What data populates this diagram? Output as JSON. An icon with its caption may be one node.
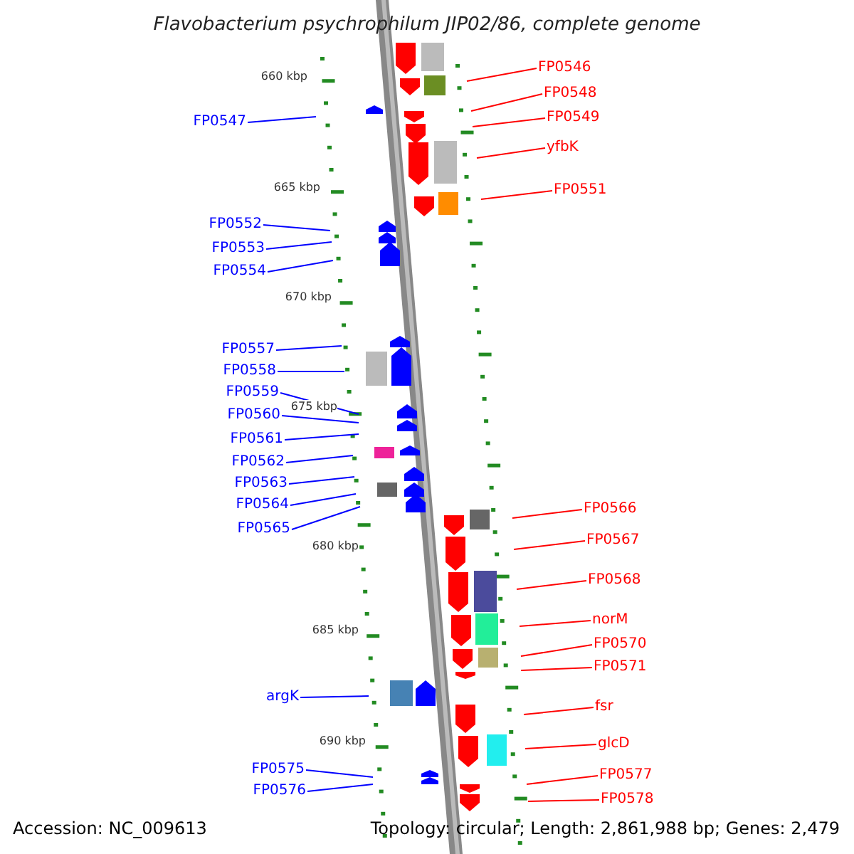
{
  "diagram": {
    "title": "Flavobacterium psychrophilum JIP02/86, complete genome",
    "nodes": [
      {
        "text": [
          "FP0546"
        ]
      },
      {
        "text": [
          "FP0548"
        ]
      },
      {
        "text": [
          "FP0549"
        ]
      },
      {
        "text": [
          "FP0547"
        ]
      },
      {
        "text": [
          "yfbK"
        ]
      },
      {
        "text": [
          "FP0551"
        ]
      },
      {
        "text": [
          "FP0552"
        ]
      },
      {
        "text": [
          "FP0553"
        ]
      },
      {
        "text": [
          "FP0554"
        ]
      },
      {
        "text": [
          "FP0557"
        ]
      },
      {
        "text": [
          "FP0558"
        ]
      },
      {
        "text": [
          "FP0559"
        ]
      },
      {
        "text": [
          "FP0560"
        ]
      },
      {
        "text": [
          "FP0561"
        ]
      },
      {
        "text": [
          "FP0562"
        ]
      },
      {
        "text": [
          "FP0563"
        ]
      },
      {
        "text": [
          "FP0564"
        ]
      },
      {
        "text": [
          "FP0566"
        ]
      },
      {
        "text": [
          "FP0565"
        ]
      },
      {
        "text": [
          "FP0567"
        ]
      },
      {
        "text": [
          "FP0568"
        ]
      },
      {
        "text": [
          "norM"
        ]
      },
      {
        "text": [
          "FP0570"
        ]
      },
      {
        "text": [
          "FP0571"
        ]
      },
      {
        "text": [
          "argK"
        ]
      },
      {
        "text": [
          "fsr"
        ]
      },
      {
        "text": [
          "glcD"
        ]
      },
      {
        "text": [
          "FP0575"
        ]
      },
      {
        "text": [
          "FP0577"
        ]
      },
      {
        "text": [
          "FP0576"
        ]
      },
      {
        "text": [
          "FP0578"
        ]
      }
    ],
    "edges": [
      {
        "from": 0,
        "to": null,
        "arrow": "none",
        "color": "#ff0000"
      },
      {
        "from": 1,
        "to": null,
        "arrow": "none",
        "color": "#ff0000"
      },
      {
        "from": 2,
        "to": null,
        "arrow": "none",
        "color": "#ff0000"
      },
      {
        "from": 3,
        "to": null,
        "arrow": "none"
      },
      {
        "from": 4,
        "to": null,
        "arrow": "none",
        "color": "#ff0000"
      },
      {
        "from": 5,
        "to": null,
        "arrow": "none",
        "color": "#ff0000"
      },
      {
        "from": 6,
        "to": null,
        "arrow": "none"
      },
      {
        "from": 7,
        "to": null,
        "arrow": "none"
      },
      {
        "from": 8,
        "to": null,
        "arrow": "none"
      },
      {
        "from": 9,
        "to": null,
        "arrow": "none"
      },
      {
        "from": 10,
        "to": null,
        "arrow": "none"
      },
      {
        "from": 11,
        "to": null,
        "arrow": "none"
      },
      {
        "from": 12,
        "to": null,
        "arrow": "none"
      },
      {
        "from": 13,
        "to": null,
        "arrow": "none"
      },
      {
        "from": 14,
        "to": null,
        "arrow": "none"
      },
      {
        "from": 15,
        "to": null,
        "arrow": "none"
      },
      {
        "from": 16,
        "to": null,
        "arrow": "none"
      },
      {
        "from": 17,
        "to": null,
        "arrow": "none",
        "color": "#ff0000"
      },
      {
        "from": 18,
        "to": null,
        "arrow": "none"
      },
      {
        "from": 19,
        "to": null,
        "arrow": "none",
        "color": "#ff0000"
      },
      {
        "from": 20,
        "to": null,
        "arrow": "none",
        "color": "#ff0000"
      },
      {
        "from": 21,
        "to": null,
        "arrow": "none",
        "color": "#ff0000"
      },
      {
        "from": 22,
        "to": null,
        "arrow": "none",
        "color": "#ff0000"
      },
      {
        "from": 23,
        "to": null,
        "arrow": "none",
        "color": "#ff0000"
      },
      {
        "from": 24,
        "to": null,
        "arrow": "none"
      },
      {
        "from": 25,
        "to": null,
        "arrow": "none",
        "color": "#ff0000"
      },
      {
        "from": 26,
        "to": null,
        "arrow": "none",
        "color": "#ff0000"
      },
      {
        "from": 27,
        "to": null,
        "arrow": "none"
      },
      {
        "from": 28,
        "to": null,
        "arrow": "none",
        "color": "#ff0000"
      },
      {
        "from": 29,
        "to": null,
        "arrow": "none"
      },
      {
        "from": 30,
        "to": null,
        "arrow": "none",
        "color": "#ff0000"
      }
    ],
    "labels": [
      "660 kbp",
      "665 kbp",
      "670 kbp",
      "675 kbp",
      "680 kbp",
      "685 kbp",
      "690 kbp",
      "Accession: NC_009613",
      "Topology: circular; Length: 2,861,988 bp; Genes: 2,479"
    ]
  }
}
